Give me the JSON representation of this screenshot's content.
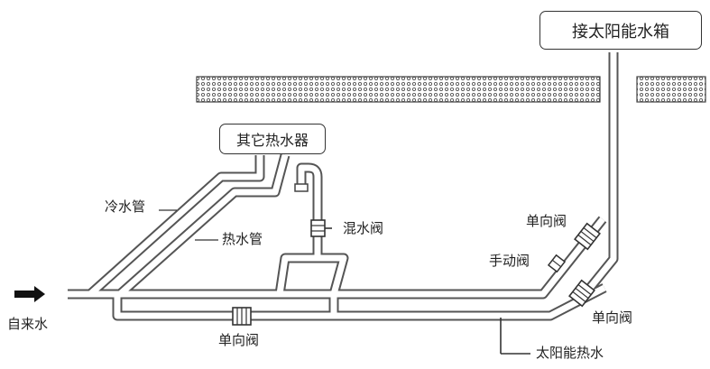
{
  "labels": {
    "solar_tank": "接太阳能水箱",
    "other_heater": "其它热水器",
    "cold_pipe": "冷水管",
    "hot_pipe": "热水管",
    "mixing_valve": "混水阀",
    "check_valve_top": "单向阀",
    "manual_valve": "手动阀",
    "check_valve_right": "单向阀",
    "check_valve_bottom": "单向阀",
    "tap_water": "自来水",
    "solar_hot_water": "太阳能热水"
  }
}
